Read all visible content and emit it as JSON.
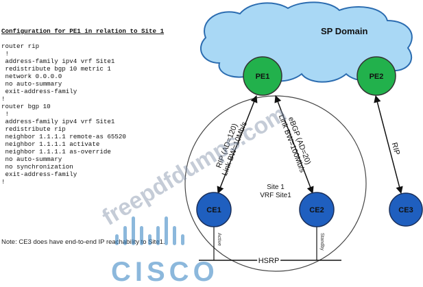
{
  "config": {
    "title": "Configuration for PE1 in relation to Site 1",
    "lines": [
      "router rip",
      " !",
      " address-family ipv4 vrf Site1",
      " redistribute bgp 10 metric 1",
      " network 0.0.0.0",
      " no auto-summary",
      " exit-address-family",
      "!",
      "router bgp 10",
      " !",
      " address-family ipv4 vrf Site1",
      " redistribute rip",
      " neighbor 1.1.1.1 remote-as 65520",
      " neighbor 1.1.1.1 activate",
      " neighbor 1.1.1.1 as-override",
      " no auto-summary",
      " no synchronization",
      " exit-address-family",
      "!"
    ]
  },
  "note": "Note: CE3 does have end-to-end IP reachability to Site1.",
  "diagram": {
    "cloud_label": "SP Domain",
    "nodes": {
      "pe1": "PE1",
      "pe2": "PE2",
      "ce1": "CE1",
      "ce2": "CE2",
      "ce3": "CE3"
    },
    "links": {
      "pe1_ce1_line1": "RIP (AD=120)",
      "pe1_ce1_line2": "Link BW=10Mb/s",
      "pe1_ce2_line1": "eBGP (AD=20)",
      "pe1_ce2_line2": "Link BW=100Mb/s",
      "pe2_ce3": "RIP"
    },
    "site_line1": "Site 1",
    "site_line2": "VRF Site1",
    "active": "Active",
    "standby": "Standby",
    "hsrp": "HSRP"
  },
  "watermark": {
    "text": "freepdfdumps.com",
    "brand": "CISCO"
  },
  "colors": {
    "pe_fill": "#22b14c",
    "ce_fill": "#1f5fbf",
    "cloud_fill": "#a9d8f5",
    "cloud_stroke": "#2b6cb0"
  }
}
